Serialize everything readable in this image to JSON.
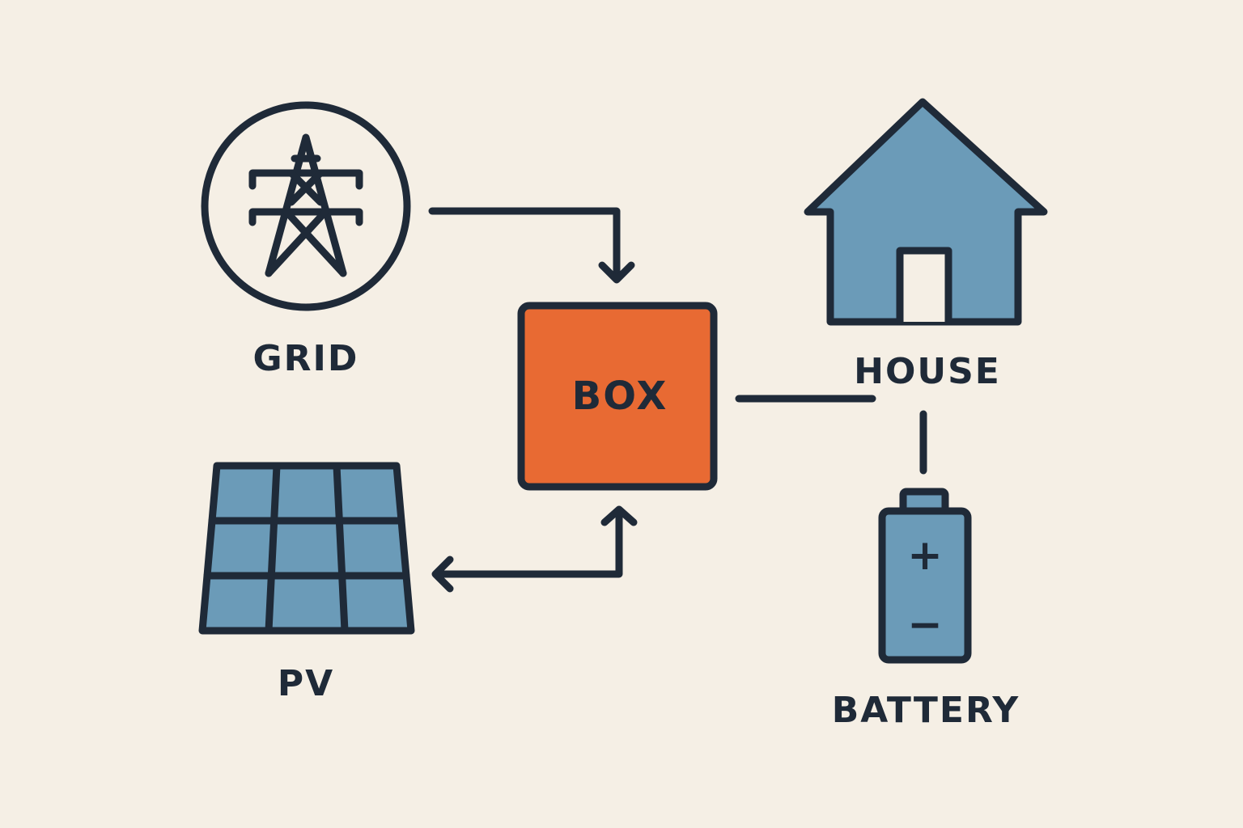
{
  "nodes": {
    "grid": {
      "label": "GRID"
    },
    "box": {
      "label": "BOX"
    },
    "house": {
      "label": "HOUSE"
    },
    "pv": {
      "label": "PV"
    },
    "battery": {
      "label": "BATTERY",
      "positive_symbol": "+",
      "negative_symbol": "−"
    }
  },
  "edges": [
    {
      "from": "grid",
      "to": "box",
      "direction": "forward"
    },
    {
      "from": "pv",
      "to": "box",
      "direction": "bidirectional"
    },
    {
      "from": "box",
      "to": "house",
      "direction": "none"
    },
    {
      "from": "house",
      "to": "battery",
      "direction": "none"
    }
  ],
  "colors": {
    "background": "#f5efe5",
    "stroke": "#1f2a38",
    "box_fill": "#e86a33",
    "icon_fill": "#6b9bb8"
  },
  "icons": {
    "grid": "power-tower-icon",
    "house": "house-icon",
    "pv": "solar-panel-icon",
    "battery": "battery-icon"
  }
}
